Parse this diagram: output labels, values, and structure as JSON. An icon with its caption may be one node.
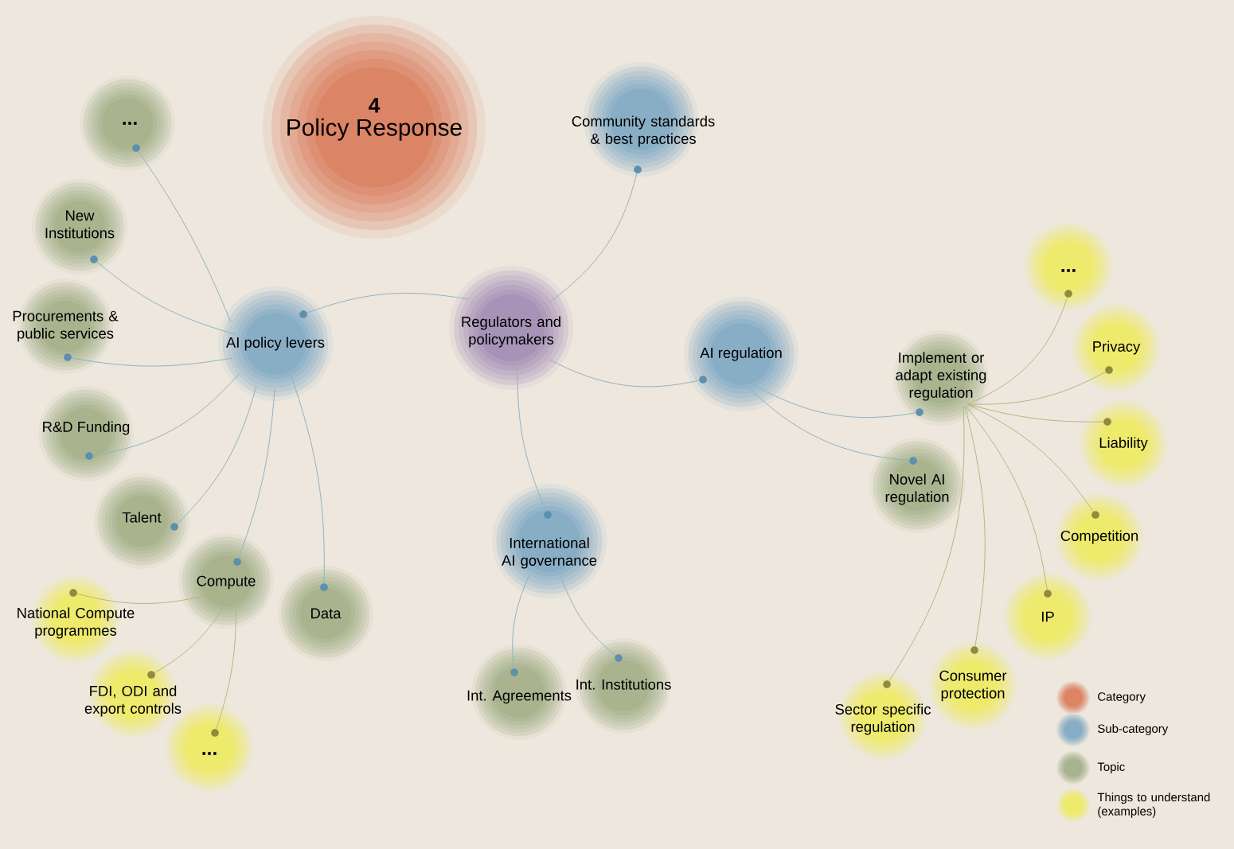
{
  "diagram": {
    "nodes": [
      {
        "text": [
          "4",
          "Policy Response"
        ]
      },
      {
        "text": [
          "Regulators and policymakers"
        ]
      },
      {
        "text": [
          "Community standards & best practices"
        ]
      },
      {
        "text": [
          "AI policy levers"
        ]
      },
      {
        "text": [
          "AI regulation"
        ]
      },
      {
        "text": [
          "International AI governance"
        ]
      },
      {
        "text": [
          "..."
        ]
      },
      {
        "text": [
          "New Institutions"
        ]
      },
      {
        "text": [
          "Procurements & public services"
        ]
      },
      {
        "text": [
          "R&D Funding"
        ]
      },
      {
        "text": [
          "Talent"
        ]
      },
      {
        "text": [
          "Compute"
        ]
      },
      {
        "text": [
          "Data"
        ]
      },
      {
        "text": [
          "National Compute programmes"
        ]
      },
      {
        "text": [
          "FDI, ODI and export controls"
        ]
      },
      {
        "text": [
          "..."
        ]
      },
      {
        "text": [
          "Int. Agreements"
        ]
      },
      {
        "text": [
          "Int. Institutions"
        ]
      },
      {
        "text": [
          "Implement or adapt existing regulation"
        ]
      },
      {
        "text": [
          "Novel AI regulation"
        ]
      },
      {
        "text": [
          "..."
        ]
      },
      {
        "text": [
          "Privacy"
        ]
      },
      {
        "text": [
          "Liability"
        ]
      },
      {
        "text": [
          "Competition"
        ]
      },
      {
        "text": [
          "IP"
        ]
      },
      {
        "text": [
          "Consumer protection"
        ]
      },
      {
        "text": [
          "Sector specific regulation"
        ]
      }
    ],
    "edges": [
      {
        "from": 1,
        "to": 3,
        "arrow": "none"
      },
      {
        "from": 1,
        "to": 2,
        "arrow": "none"
      },
      {
        "from": 1,
        "to": 4,
        "arrow": "none"
      },
      {
        "from": 1,
        "to": 5,
        "arrow": "none"
      },
      {
        "from": 3,
        "to": 6,
        "arrow": "none"
      },
      {
        "from": 3,
        "to": 7,
        "arrow": "none"
      },
      {
        "from": 3,
        "to": 8,
        "arrow": "none"
      },
      {
        "from": 3,
        "to": 9,
        "arrow": "none"
      },
      {
        "from": 3,
        "to": 10,
        "arrow": "none"
      },
      {
        "from": 3,
        "to": 11,
        "arrow": "none"
      },
      {
        "from": 3,
        "to": 12,
        "arrow": "none"
      },
      {
        "from": 11,
        "to": 13,
        "arrow": "none",
        "color": "#b8b27c"
      },
      {
        "from": 11,
        "to": 14,
        "arrow": "none",
        "color": "#b8b27c"
      },
      {
        "from": 11,
        "to": 15,
        "arrow": "none",
        "color": "#b8b27c"
      },
      {
        "from": 5,
        "to": 16,
        "arrow": "none"
      },
      {
        "from": 5,
        "to": 17,
        "arrow": "none"
      },
      {
        "from": 4,
        "to": 18,
        "arrow": "none"
      },
      {
        "from": 4,
        "to": 19,
        "arrow": "none"
      },
      {
        "from": 18,
        "to": 20,
        "arrow": "none",
        "color": "#b8b27c"
      },
      {
        "from": 18,
        "to": 21,
        "arrow": "none",
        "color": "#b8b27c"
      },
      {
        "from": 18,
        "to": 22,
        "arrow": "none",
        "color": "#b8b27c"
      },
      {
        "from": 18,
        "to": 23,
        "arrow": "none",
        "color": "#b8b27c"
      },
      {
        "from": 18,
        "to": 24,
        "arrow": "none",
        "color": "#b8b27c"
      },
      {
        "from": 18,
        "to": 25,
        "arrow": "none",
        "color": "#b8b27c"
      },
      {
        "from": 18,
        "to": 26,
        "arrow": "none",
        "color": "#b8b27c"
      }
    ],
    "legend": [
      {
        "text": "Category",
        "color": "#dc8466"
      },
      {
        "text": "Sub-category",
        "color": "#88aec6"
      },
      {
        "text": "Topic",
        "color": "#a9b48f"
      },
      {
        "text": "Things to understand (examples)",
        "color": "#eeea6c"
      }
    ]
  }
}
